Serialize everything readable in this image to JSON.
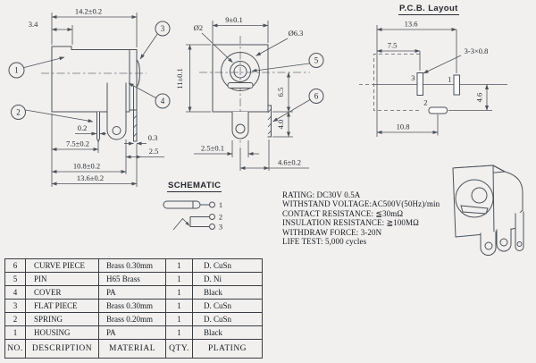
{
  "colors": {
    "background": "#f1f0ee",
    "line": "#4c525b",
    "text": "#1d222a"
  },
  "side_view": {
    "dim_width": "14.2±0.2",
    "dim_step": "3.4",
    "dim_pin_width": "0.2",
    "dim_pin_offset": "7.5±0.2",
    "dim_tip_thickness": "0.3",
    "dim_tip_offset": "2.5",
    "dim_lug_offset": "10.8±0.2",
    "dim_total_length": "13.6±0.2",
    "callouts": {
      "c1": "1",
      "c2": "2",
      "c3": "3",
      "c4": "4"
    }
  },
  "front_view": {
    "dim_width": "9±0.1",
    "dim_pin_dia": "Ø2",
    "dim_opening_dia": "Ø6.3",
    "dim_height": "11±0.1",
    "dim_below_center": "6.5",
    "dim_leg": "4.0",
    "dim_pin_width": "2.5±0.1",
    "dim_side_offset": "4.6±0.2",
    "callouts": {
      "c5": "5",
      "c6": "6"
    }
  },
  "pcb_layout": {
    "title": "P.C.B. Layout",
    "dim_width": "13.6",
    "dim_pad3_x": "7.5",
    "dim_holes": "3-3×0.8",
    "dim_pad2_drop": "4.6",
    "dim_pad2_x": "10.8",
    "pads": {
      "p1": "1",
      "p2": "2",
      "p3": "3"
    }
  },
  "schematic": {
    "title": "SCHEMATIC",
    "pin1": "1",
    "pin2": "2",
    "pin3": "3"
  },
  "specs": {
    "lines": [
      "RATING: DC30V 0.5A",
      "WITHSTAND VOLTAGE:AC500V(50Hz)/min",
      "CONTACT RESISTANCE:  ≦30mΩ",
      "INSULATION RESISTANCE:  ≧100MΩ",
      "WITHDRAW FORCE: 3-20N",
      "LIFE TEST: 5,000 cycles"
    ]
  },
  "parts_table": {
    "header": [
      "NO.",
      "DESCRIPTION",
      "MATERIAL",
      "QTY.",
      "PLATING"
    ],
    "rows": [
      [
        "6",
        "CURVE PIECE",
        "Brass 0.30mm",
        "1",
        "D. CuSn"
      ],
      [
        "5",
        "PIN",
        "H65 Brass",
        "1",
        "D. Ni"
      ],
      [
        "4",
        "COVER",
        "PA",
        "1",
        "Black"
      ],
      [
        "3",
        "FLAT PIECE",
        "Brass 0.30mm",
        "1",
        "D. CuSn"
      ],
      [
        "2",
        "SPRING",
        "Brass 0.20mm",
        "1",
        "D. CuSn"
      ],
      [
        "1",
        "HOUSING",
        "PA",
        "1",
        "Black"
      ]
    ]
  }
}
